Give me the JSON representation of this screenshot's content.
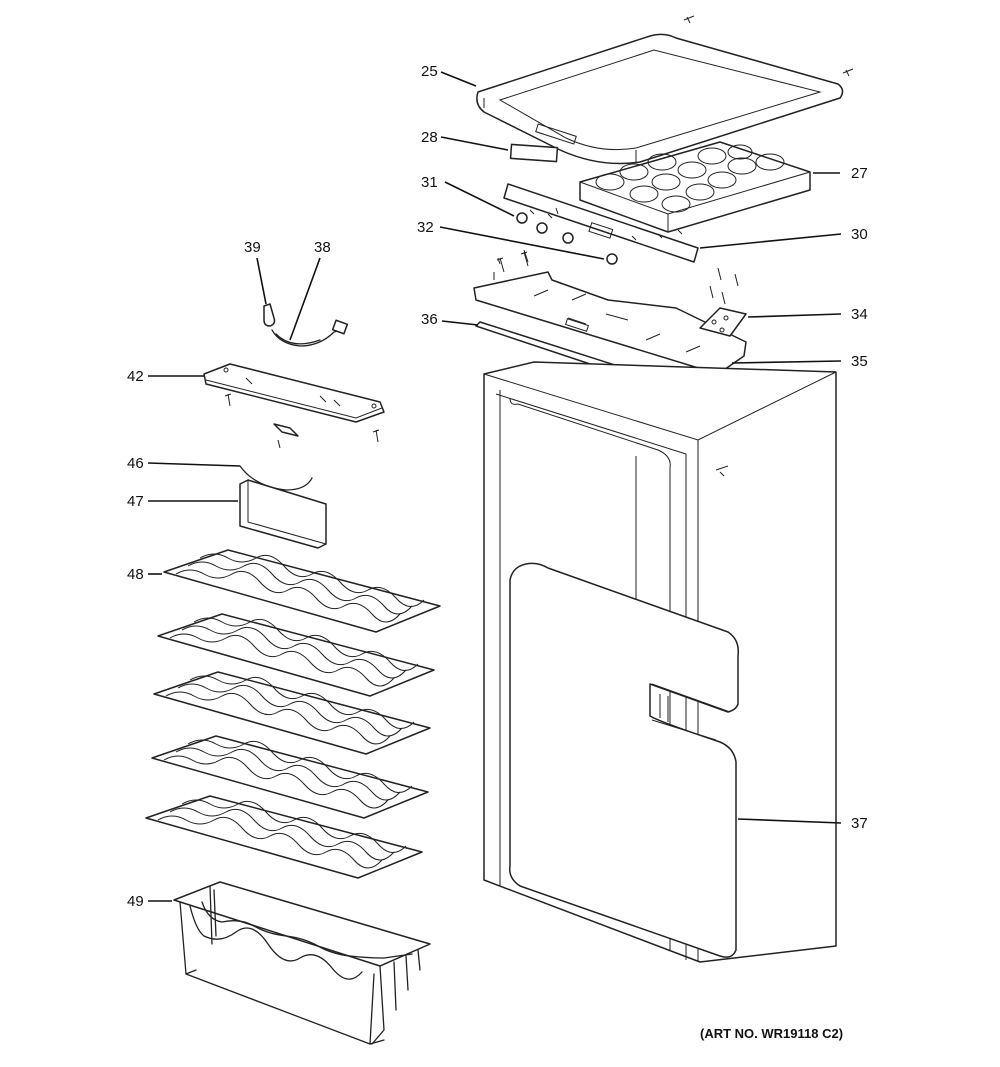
{
  "callouts": {
    "c25": "25",
    "c27": "27",
    "c28": "28",
    "c30": "30",
    "c31": "31",
    "c32": "32",
    "c34": "34",
    "c35": "35",
    "c36": "36",
    "c37": "37",
    "c38": "38",
    "c39": "39",
    "c42": "42",
    "c46": "46",
    "c47": "47",
    "c48": "48",
    "c49": "49"
  },
  "art_number": "(ART NO. WR19118 C2)"
}
